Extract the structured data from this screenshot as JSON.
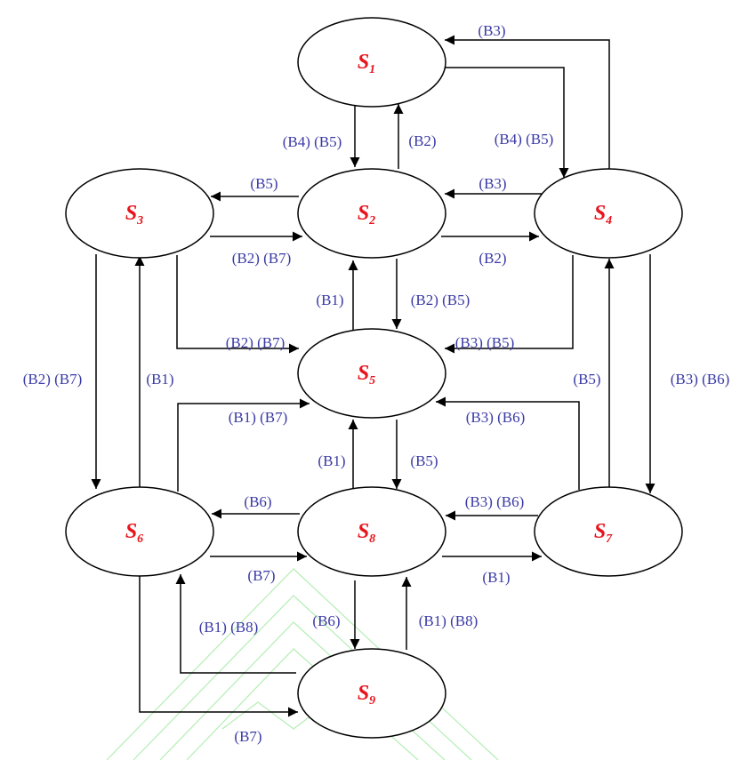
{
  "colors": {
    "state_label": "#e8141c",
    "edge_label": "#3a3aa6",
    "line": "#000000",
    "watermark": "#9be89b"
  },
  "states": [
    {
      "id": "s1",
      "letter": "S",
      "sub": "1"
    },
    {
      "id": "s2",
      "letter": "S",
      "sub": "2"
    },
    {
      "id": "s3",
      "letter": "S",
      "sub": "3"
    },
    {
      "id": "s4",
      "letter": "S",
      "sub": "4"
    },
    {
      "id": "s5",
      "letter": "S",
      "sub": "5"
    },
    {
      "id": "s6",
      "letter": "S",
      "sub": "6"
    },
    {
      "id": "s7",
      "letter": "S",
      "sub": "7"
    },
    {
      "id": "s8",
      "letter": "S",
      "sub": "8"
    },
    {
      "id": "s9",
      "letter": "S",
      "sub": "9"
    }
  ],
  "transitions": [
    {
      "from": "s4",
      "to": "s1",
      "label": "(B3)"
    },
    {
      "from": "s1",
      "to": "s4",
      "label": "(B4) (B5)"
    },
    {
      "from": "s1",
      "to": "s2",
      "label": "(B4) (B5)"
    },
    {
      "from": "s2",
      "to": "s1",
      "label": "(B2)"
    },
    {
      "from": "s2",
      "to": "s3",
      "label": "(B5)"
    },
    {
      "from": "s3",
      "to": "s2",
      "label": "(B2) (B7)"
    },
    {
      "from": "s4",
      "to": "s2",
      "label": "(B3)"
    },
    {
      "from": "s2",
      "to": "s4",
      "label": "(B2)"
    },
    {
      "from": "s5",
      "to": "s2",
      "label": "(B1)"
    },
    {
      "from": "s2",
      "to": "s5",
      "label": "(B2) (B5)"
    },
    {
      "from": "s3",
      "to": "s5",
      "label": "(B2) (B7)"
    },
    {
      "from": "s4",
      "to": "s5",
      "label": "(B3) (B5)"
    },
    {
      "from": "s3",
      "to": "s6",
      "label": "(B2) (B7)"
    },
    {
      "from": "s6",
      "to": "s3",
      "label": "(B1)"
    },
    {
      "from": "s7",
      "to": "s4",
      "label": "(B5)"
    },
    {
      "from": "s4",
      "to": "s7",
      "label": "(B3) (B6)"
    },
    {
      "from": "s6",
      "to": "s5",
      "label": "(B1) (B7)"
    },
    {
      "from": "s7",
      "to": "s5",
      "label": "(B3) (B6)"
    },
    {
      "from": "s8",
      "to": "s5",
      "label": "(B1)"
    },
    {
      "from": "s5",
      "to": "s8",
      "label": "(B5)"
    },
    {
      "from": "s8",
      "to": "s6",
      "label": "(B6)"
    },
    {
      "from": "s6",
      "to": "s8",
      "label": "(B7)"
    },
    {
      "from": "s7",
      "to": "s8",
      "label": "(B3) (B6)"
    },
    {
      "from": "s8",
      "to": "s7",
      "label": "(B1)"
    },
    {
      "from": "s8",
      "to": "s9",
      "label": "(B6)"
    },
    {
      "from": "s9",
      "to": "s8",
      "label": "(B1) (B8)"
    },
    {
      "from": "s9",
      "to": "s6",
      "label": "(B1) (B8)"
    },
    {
      "from": "s6",
      "to": "s9",
      "label": "(B7)"
    }
  ]
}
